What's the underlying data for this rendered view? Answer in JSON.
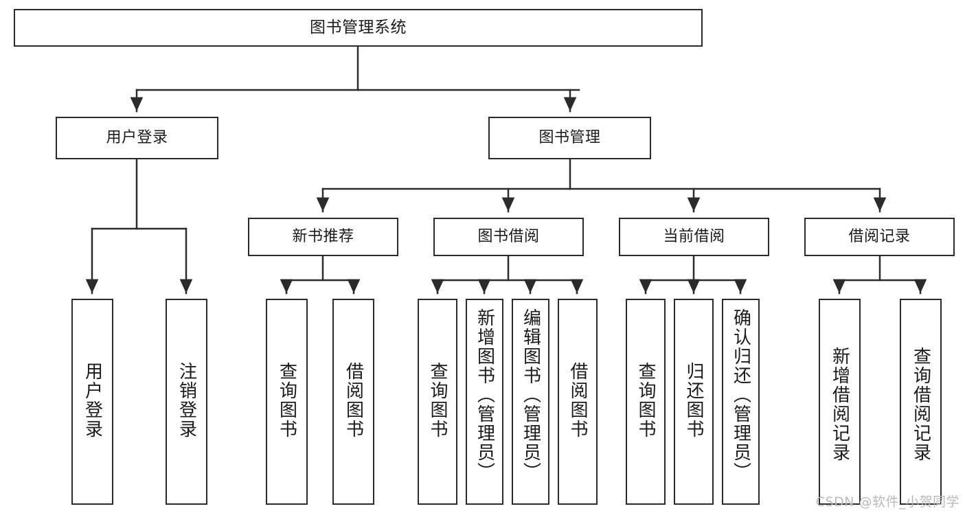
{
  "diagram": {
    "title": "图书管理系统",
    "type": "tree-hierarchy-chart",
    "stroke_color": "#2b2b2b",
    "text_color": "#1a1a1a",
    "background_color": "#ffffff"
  },
  "nodes": {
    "root": {
      "label": "图书管理系统"
    },
    "tier2": [
      {
        "label": "用户登录"
      },
      {
        "label": "图书管理"
      }
    ],
    "tier3": [
      {
        "label": "新书推荐"
      },
      {
        "label": "图书借阅"
      },
      {
        "label": "当前借阅"
      },
      {
        "label": "借阅记录"
      }
    ],
    "leaves_user_login": [
      {
        "label": "用户登录"
      },
      {
        "label": "注销登录"
      }
    ],
    "leaves_new_book": [
      {
        "label": "查询图书"
      },
      {
        "label": "借阅图书"
      }
    ],
    "leaves_borrow": [
      {
        "label": "查询图书"
      },
      {
        "label": "新增图书（管理员）"
      },
      {
        "label": "编辑图书（管理员）"
      },
      {
        "label": "借阅图书"
      }
    ],
    "leaves_current": [
      {
        "label": "查询图书"
      },
      {
        "label": "归还图书"
      },
      {
        "label": "确认归还（管理员）"
      }
    ],
    "leaves_record": [
      {
        "label": "新增借阅记录"
      },
      {
        "label": "查询借阅记录"
      }
    ]
  },
  "watermark": {
    "text": "CSDN @软件_小贺同学",
    "color": "#b9b9b9"
  }
}
